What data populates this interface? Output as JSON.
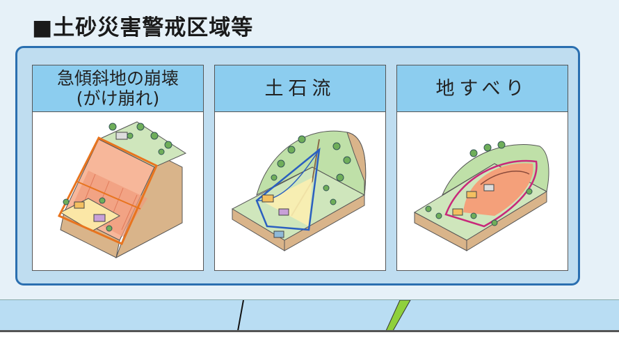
{
  "title": "■土砂災害警戒区域等",
  "cards": [
    {
      "label": "急傾斜地の崩壊\n(がけ崩れ)"
    },
    {
      "label": "土石流"
    },
    {
      "label": "地すべり"
    }
  ],
  "colors": {
    "panel_border": "#2a6fb0",
    "panel_fill": "#bfddf0",
    "header_fill": "#8ccdef",
    "orange_zone": "#f4a07a",
    "blue_boundary": "#2a5fc0",
    "magenta_boundary": "#c8287a",
    "hill_green": "#cfe6bc",
    "soil_brown": "#d9b48a",
    "road_green": "#8fd03c"
  }
}
